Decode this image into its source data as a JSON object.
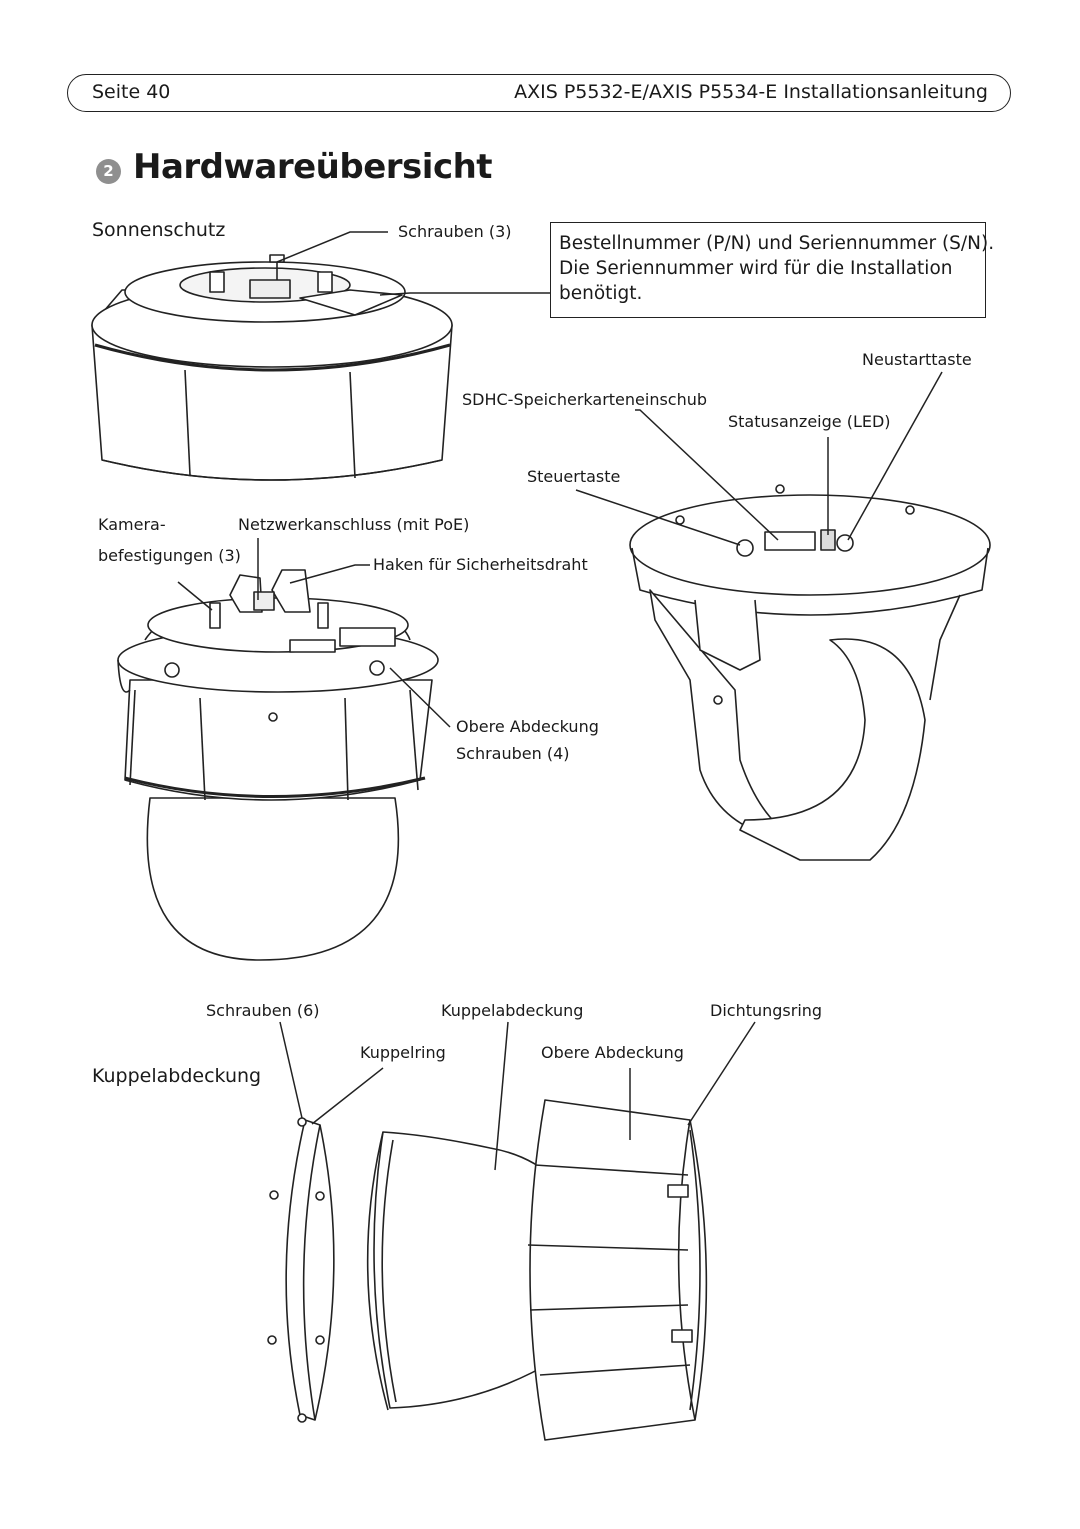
{
  "header": {
    "page_label": "Seite 40",
    "doc_title": "AXIS P5532-E/AXIS P5534-E Installationsanleitung"
  },
  "section": {
    "number": "2",
    "title": "Hardwareübersicht"
  },
  "sonnenschutz": {
    "heading": "Sonnenschutz",
    "screws_label": "Schrauben (3)"
  },
  "info_box": {
    "lines": [
      "Bestellnummer (P/N) und Seriennummer (S/N).",
      "Die Seriennummer wird für die Installation",
      "benötigt."
    ]
  },
  "camera_labels": {
    "mount_line1": "Kamera-",
    "mount_line2": "befestigungen (3)",
    "network": "Netzwerkanschluss (mit PoE)",
    "hook": "Haken für Sicherheitsdraht",
    "top_cover_line1": "Obere Abdeckung",
    "top_cover_line2": "Schrauben (4)",
    "restart": "Neustarttaste",
    "sdhc": "SDHC-Speicherkarteneinschub",
    "status_led": "Statusanzeige (LED)",
    "control": "Steuertaste"
  },
  "dome_labels": {
    "heading": "Kuppelabdeckung",
    "screws": "Schrauben (6)",
    "dome_cover": "Kuppelabdeckung",
    "seal": "Dichtungsring",
    "dome_ring": "Kuppelring",
    "top_cover": "Obere Abdeckung"
  }
}
